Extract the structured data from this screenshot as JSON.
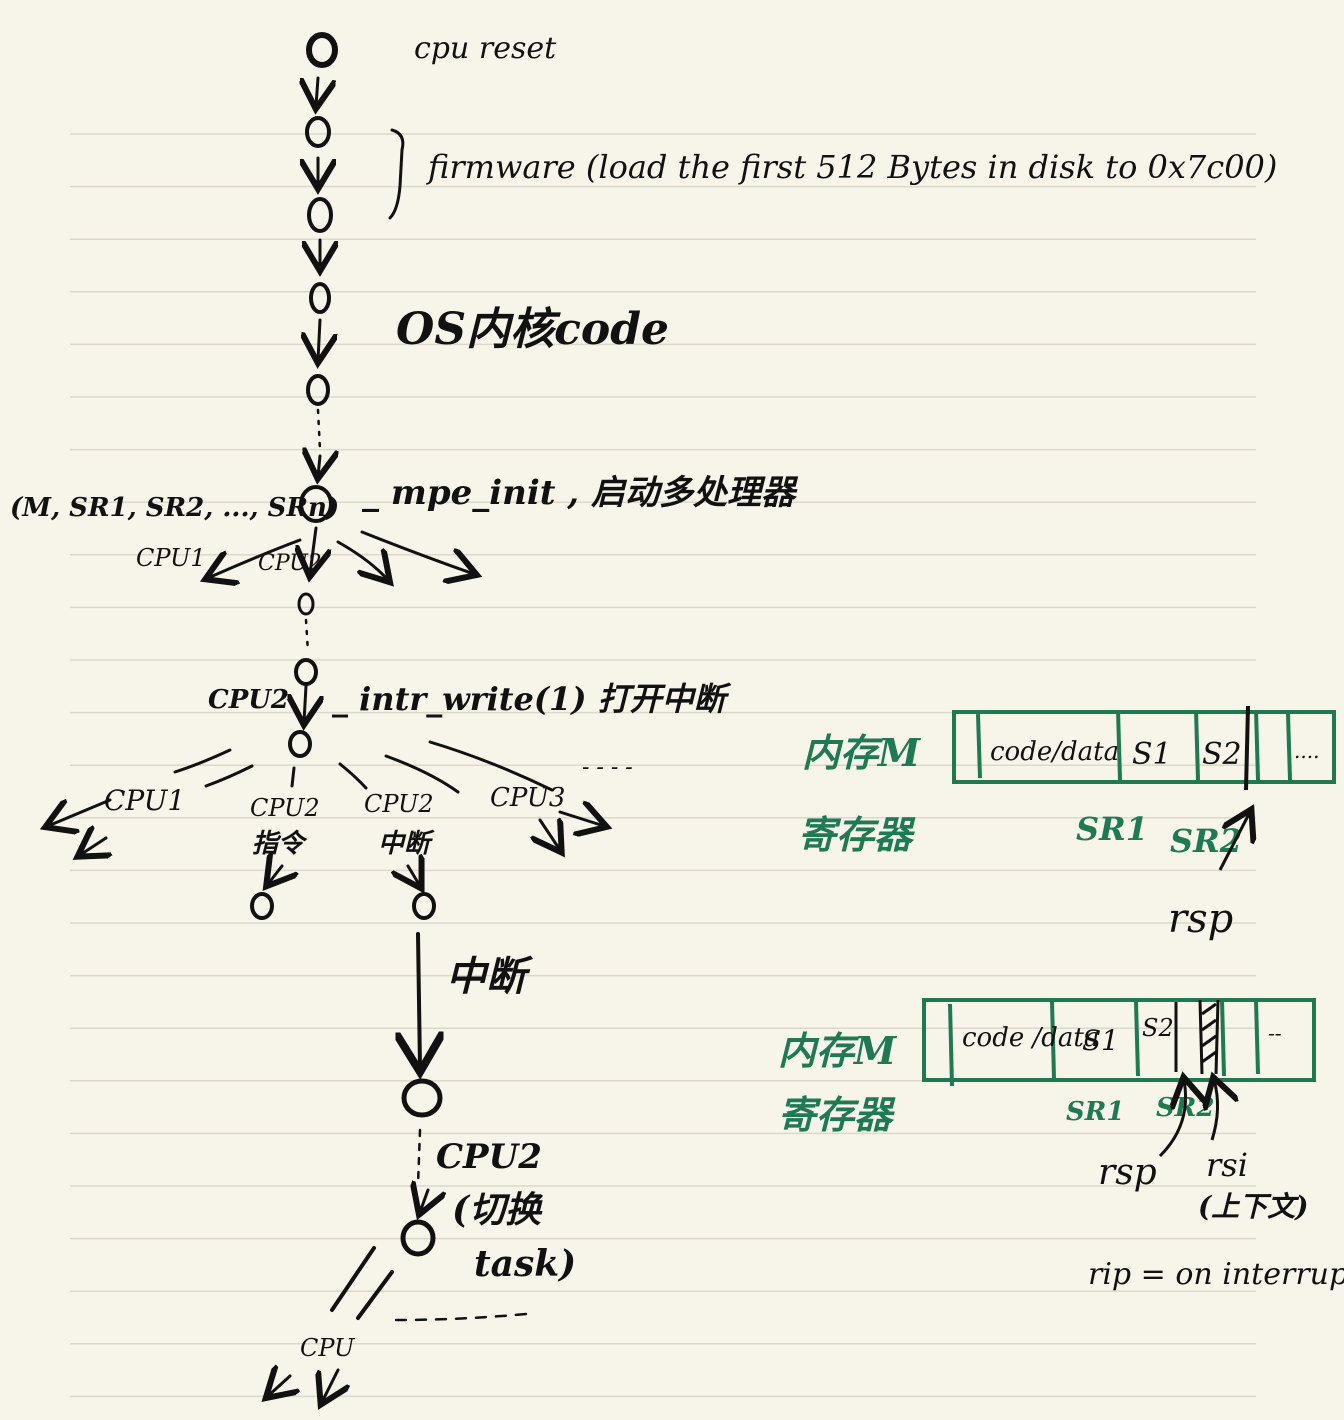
{
  "colors": {
    "paper": "#f7f4e9",
    "rule_line": "#dcd8cc",
    "ink": "#111111",
    "green_ink": "#1f7a52"
  },
  "flow": {
    "reset_label": "cpu reset",
    "firmware_label": "firmware (load the first 512 Bytes in disk to 0x7c00)",
    "os_kernel_label": "OS内核code",
    "state_tuple": "(M, SR1, SR2, ..., SRn)",
    "mpe_init_label": "_ mpe_init , 启动多处理器",
    "branch_cpu1": "CPU1",
    "branch_cpu2": "CPU2",
    "cpu2_label": "CPU2",
    "intr_write_label": "_ intr_write(1) 打开中断",
    "cpu1_bottom": "CPU1",
    "cpu2_instr_top": "CPU2",
    "cpu2_instr_bottom": "指令",
    "cpu2_intr_top": "CPU2",
    "cpu2_intr_bottom": "中断",
    "cpu3": "CPU3",
    "ellipsis": "- - - -",
    "interrupt_label": "中断",
    "cpu2_after": "CPU2",
    "switch_task_top": "(切换",
    "switch_task_bottom": "task)",
    "cpu_final": "CPU"
  },
  "memory_top": {
    "mem_label": "内存M",
    "reg_label": "寄存器",
    "cells": [
      "code/data",
      "S1",
      "S2",
      "",
      "...."
    ],
    "sr1": "SR1",
    "sr2": "SR2",
    "rsp": "rsp"
  },
  "memory_bottom": {
    "mem_label": "内存M",
    "reg_label": "寄存器",
    "cells": [
      "code /data",
      "S1",
      "S2",
      "",
      "",
      "--"
    ],
    "sr1": "SR1",
    "sr2": "SR2",
    "rsp": "rsp",
    "rsi": "rsi",
    "context": "(上下文)",
    "rip_note": "rip = on interrupt"
  }
}
